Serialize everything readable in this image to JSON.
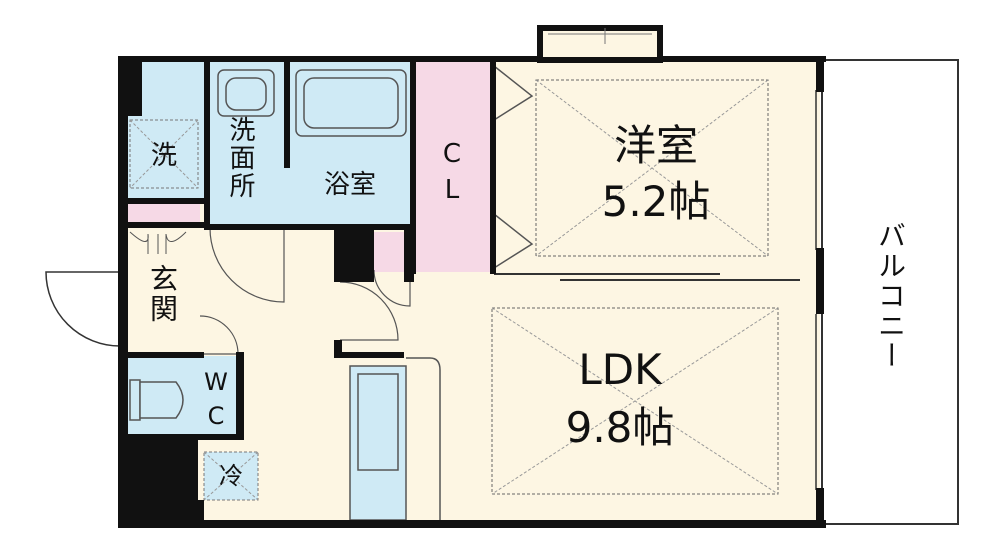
{
  "rooms": {
    "yoshitsu": {
      "name": "洋室",
      "size": "5.2帖"
    },
    "ldk": {
      "name": "LDK",
      "size": "9.8帖"
    },
    "balcony": "バルコニー",
    "closet": {
      "c": "C",
      "l": "L"
    },
    "bath": "浴室",
    "washroom": "洗面所",
    "laundry": "洗",
    "entrance": "玄関",
    "toilet": {
      "w": "W",
      "c": "C"
    },
    "fridge": "冷"
  },
  "colors": {
    "floor": "#fdf6e3",
    "wet_area": "#cfeaf5",
    "closet": "#f6d9e6",
    "wall": "#111111",
    "balcony": "#ffffff",
    "line": "#555555"
  }
}
